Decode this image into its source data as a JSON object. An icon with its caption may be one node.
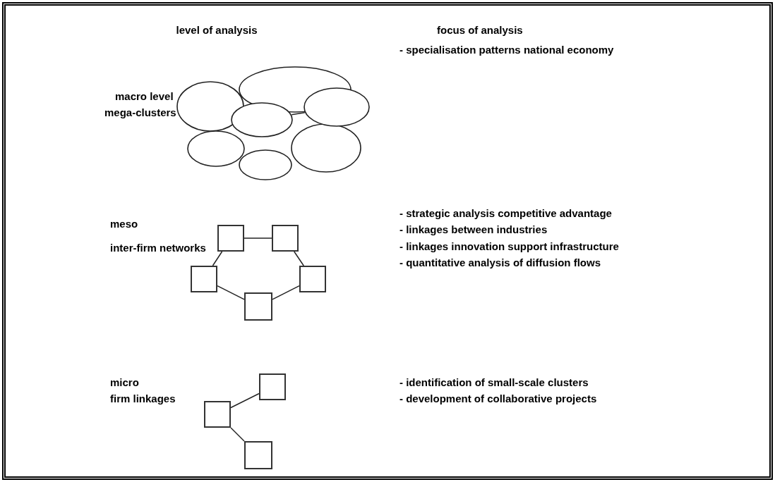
{
  "diagram": {
    "nodes": [
      {
        "text": [],
        "shape": "ellipse"
      },
      {
        "text": [],
        "shape": "ellipse"
      },
      {
        "text": [],
        "shape": "ellipse"
      },
      {
        "text": [],
        "shape": "ellipse"
      },
      {
        "text": [],
        "shape": "ellipse"
      },
      {
        "text": [],
        "shape": "ellipse"
      },
      {
        "text": [],
        "shape": "ellipse"
      },
      {
        "text": [],
        "shape": "box"
      },
      {
        "text": [],
        "shape": "box"
      },
      {
        "text": [],
        "shape": "box"
      },
      {
        "text": [],
        "shape": "box"
      },
      {
        "text": [],
        "shape": "box"
      },
      {
        "text": [],
        "shape": "box"
      },
      {
        "text": [],
        "shape": "box"
      },
      {
        "text": [],
        "shape": "box"
      }
    ],
    "edges": [
      {
        "from": 2,
        "to": 3,
        "arrow": "none"
      },
      {
        "from": 7,
        "to": 8,
        "arrow": "none"
      },
      {
        "from": 7,
        "to": 9,
        "arrow": "none"
      },
      {
        "from": 8,
        "to": 10,
        "arrow": "none"
      },
      {
        "from": 9,
        "to": 11,
        "arrow": "none"
      },
      {
        "from": 10,
        "to": 11,
        "arrow": "none"
      },
      {
        "from": 13,
        "to": 12,
        "arrow": "none"
      },
      {
        "from": 13,
        "to": 14,
        "arrow": "none"
      }
    ],
    "labels": [
      "level of analysis",
      "focus of analysis",
      "macro level",
      "mega-clusters",
      "- specialisation patterns national economy",
      "meso",
      "inter-firm networks",
      "- strategic analysis competitive advantage",
      "- linkages between industries",
      "- linkages innovation support infrastructure",
      "- quantitative analysis of diffusion flows",
      "micro",
      "firm linkages",
      "- identification of small-scale clusters",
      "- development of collaborative projects"
    ]
  }
}
